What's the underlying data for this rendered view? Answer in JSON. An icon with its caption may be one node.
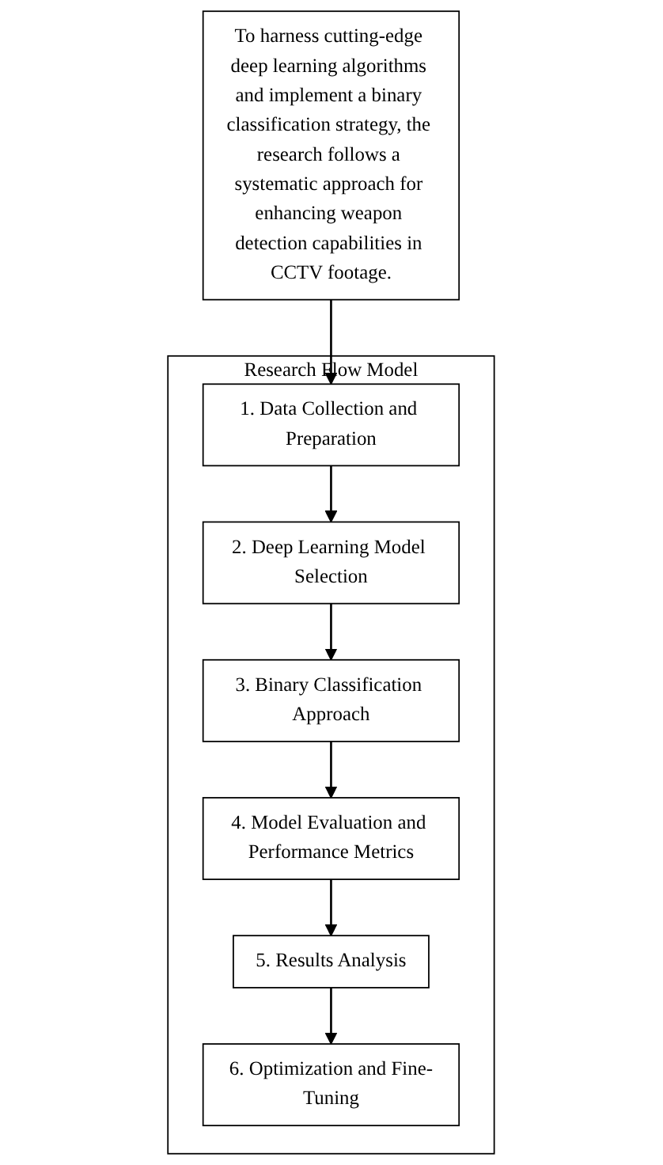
{
  "diagram": {
    "nodes": [
      {
        "text": [
          "To harness cutting-edge deep learning algorithms and implement a binary classification strategy, the research follows a systematic approach for enhancing weapon detection capabilities in CCTV footage."
        ]
      },
      {
        "text": [
          "Research Flow Model"
        ]
      },
      {
        "text": [
          "1. Data Collection and Preparation"
        ],
        "in": 1
      },
      {
        "text": [
          "2. Deep Learning Model Selection"
        ],
        "in": 1
      },
      {
        "text": [
          "3. Binary Classification Approach"
        ],
        "in": 1
      },
      {
        "text": [
          "4. Model Evaluation and Performance Metrics"
        ],
        "in": 1
      },
      {
        "text": [
          "5. Results Analysis"
        ],
        "in": 1
      },
      {
        "text": [
          "6. Optimization and Fine-Tuning"
        ],
        "in": 1
      }
    ],
    "edges": [
      {
        "from": 0,
        "to": 2,
        "arrow": "to"
      },
      {
        "from": 2,
        "to": 3,
        "arrow": "to"
      },
      {
        "from": 3,
        "to": 4,
        "arrow": "to"
      },
      {
        "from": 4,
        "to": 5,
        "arrow": "to"
      },
      {
        "from": 5,
        "to": 6,
        "arrow": "to"
      },
      {
        "from": 6,
        "to": 7,
        "arrow": "to"
      }
    ]
  }
}
